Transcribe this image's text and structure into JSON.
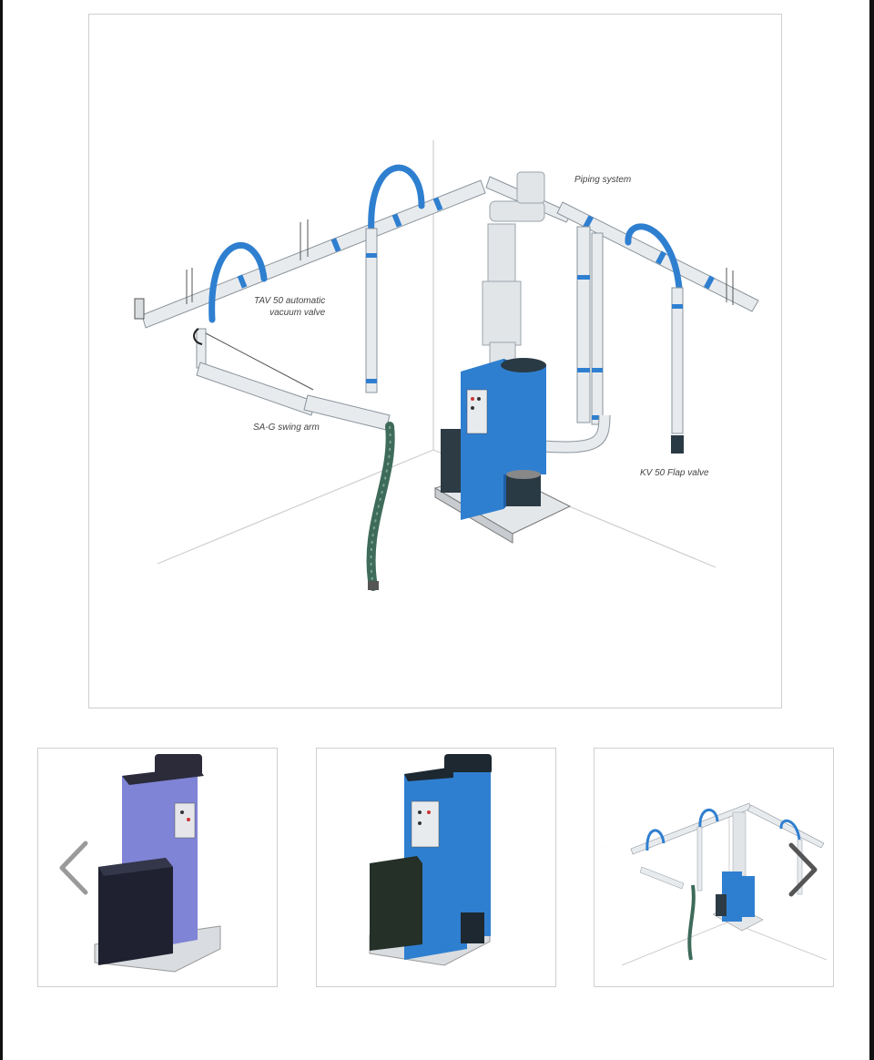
{
  "gallery": {
    "main_image": {
      "callouts": {
        "piping": "Piping system",
        "tav": "TAV 50 automatic\nvacuum valve",
        "swing": "SA-G swing arm",
        "kv": "KV 50 Flap valve"
      }
    },
    "thumbnails": [
      {
        "name": "vacuum-unit-purple"
      },
      {
        "name": "vacuum-unit-blue"
      },
      {
        "name": "system-overview"
      }
    ],
    "nav": {
      "prev_icon": "chevron-left-icon",
      "next_icon": "chevron-right-icon"
    }
  },
  "colors": {
    "accent_blue": "#2f7fd0",
    "pipe": "#e6e9ec",
    "pipe_edge": "#8a949c",
    "hose": "#3e6b5a"
  }
}
